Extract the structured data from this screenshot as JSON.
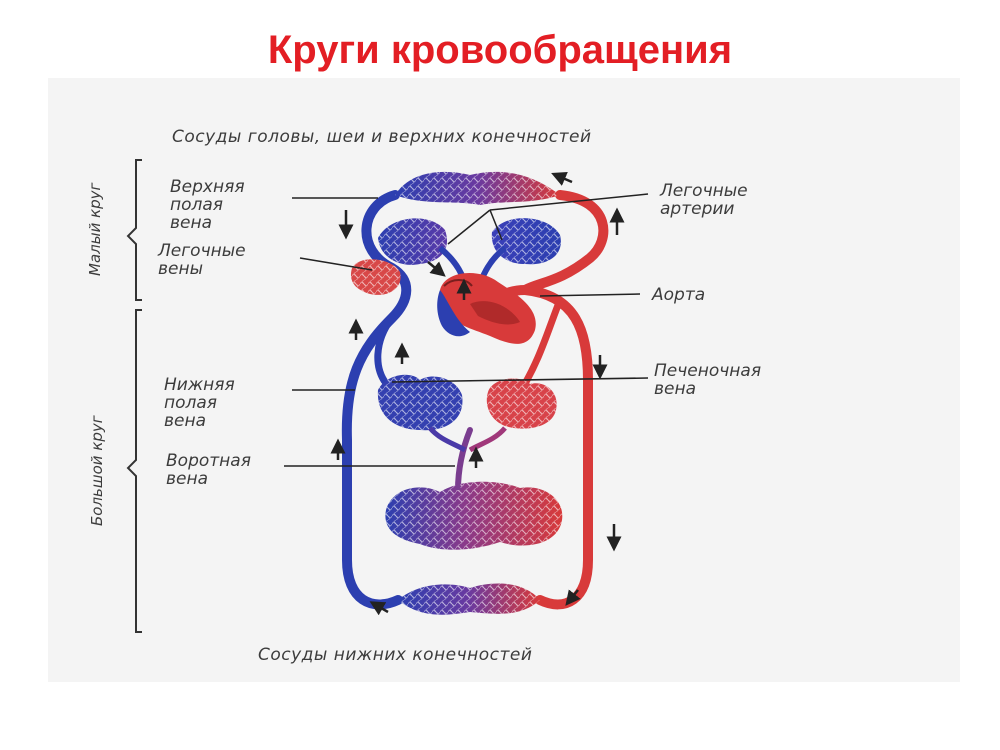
{
  "title": "Круги кровообращения",
  "labels": {
    "top_vessels": "Сосуды головы, шеи и верхних конечностей",
    "bottom_vessels": "Сосуды нижних конечностей",
    "small_circle": "Малый круг",
    "large_circle": "Большой круг",
    "superior_vena_cava": "Верхняя\nполая\nвена",
    "pulmonary_veins": "Легочные\nвены",
    "pulmonary_arteries": "Легочные\nартерии",
    "aorta": "Аорта",
    "inferior_vena_cava": "Нижняя\nполая\nвена",
    "hepatic_vein": "Печеночная\nвена",
    "portal_vein": "Воротная\nвена"
  },
  "colors": {
    "title": "#e31e24",
    "artery": "#d83a3a",
    "vein": "#2c3fb0",
    "capillary_mix": "#7a3d8f",
    "label_text": "#3c3c3c"
  }
}
